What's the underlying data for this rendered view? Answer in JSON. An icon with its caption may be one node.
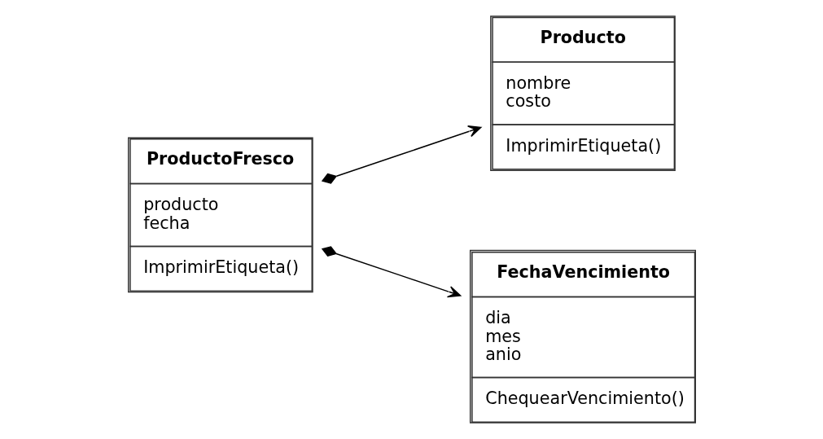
{
  "diagram": {
    "nodes": [
      {
        "text": [
          "ProductoFresco",
          "producto fecha",
          "ImprimirEtiqueta()"
        ]
      },
      {
        "text": [
          "Producto",
          "nombre costo",
          "ImprimirEtiqueta()"
        ]
      },
      {
        "text": [
          "FechaVencimiento",
          "dia mes anio",
          "ChequearVencimiento()"
        ]
      }
    ],
    "edges": [
      {
        "from": 0,
        "to": 1,
        "arrow": "to"
      },
      {
        "from": 0,
        "to": 2,
        "arrow": "to"
      }
    ]
  }
}
